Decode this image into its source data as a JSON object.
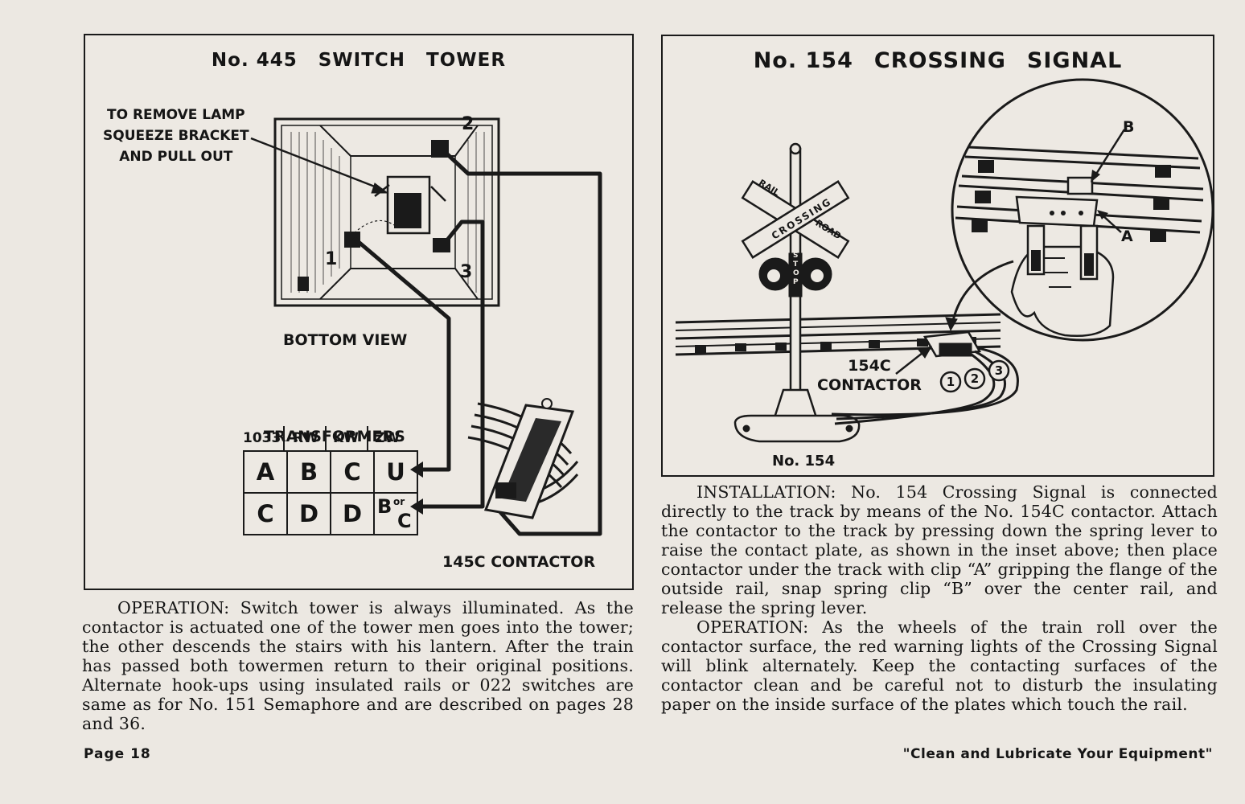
{
  "left_panel": {
    "title_no": "No. 445",
    "title_word1": "SWITCH",
    "title_word2": "TOWER",
    "lamp_note_line1": "TO REMOVE LAMP",
    "lamp_note_line2": "SQUEEZE BRACKET",
    "lamp_note_line3": "AND PULL OUT",
    "terminal_1": "1",
    "terminal_2": "2",
    "terminal_3": "3",
    "view_label": "BOTTOM VIEW",
    "transformers_label": "TRANSFORMERS",
    "transformer_models": [
      "1033",
      "RW",
      "KW",
      "ZW"
    ],
    "row_upper": [
      "A",
      "B",
      "C",
      "U"
    ],
    "row_lower": [
      "C",
      "D",
      "D"
    ],
    "row_lower_last_a": "B",
    "row_lower_last_or": "or",
    "row_lower_last_b": "C",
    "contactor_label": "145C CONTACTOR"
  },
  "right_panel": {
    "title_no": "No. 154",
    "title_word1": "CROSSING",
    "title_word2": "SIGNAL",
    "sign_word1": "RAIL",
    "sign_word2": "CROSSING",
    "sign_word3": "ROAD",
    "stop_label": "STOP",
    "contactor_line1": "154C",
    "contactor_line2": "CONTACTOR",
    "wire_1": "1",
    "wire_2": "2",
    "wire_3": "3",
    "clip_a": "A",
    "clip_b": "B",
    "base_label": "No. 154"
  },
  "text": {
    "operation_left": "OPERATION: Switch tower is always illuminated. As the contactor is actuated one of the tower men goes into the tower; the other descends the stairs with his lantern. After the train has passed both towermen return to their original positions. Alternate hook-ups using insulated rails or 022 switches are same as for No. 151 Semaphore and are described on pages 28 and 36.",
    "installation_right": "INSTALLATION: No. 154 Crossing Signal is connected directly to the track by means of the No. 154C contactor. Attach the contactor to the track by pressing down the spring lever to raise the contact plate, as shown in the inset above; then place contactor under the track with clip “A” gripping the flange of the outside rail, snap spring clip “B” over the center rail, and release the spring lever.",
    "operation_right": "OPERATION: As the wheels of the train roll over the contactor surface, the red warning lights of the Crossing Signal will blink alternately. Keep the contacting surfaces of the contactor clean and be careful not to disturb the insulating paper on the inside surface of the plates which touch the rail."
  },
  "footer": {
    "page": "Page 18",
    "motto": "\"Clean and Lubricate Your Equipment\""
  }
}
